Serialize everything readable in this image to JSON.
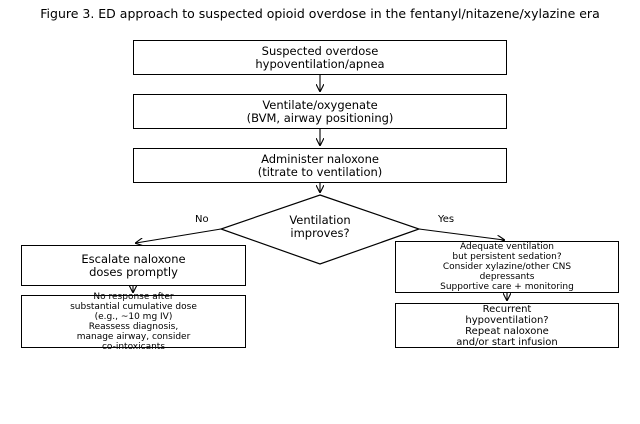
{
  "title": "Figure 3. ED approach to suspected opioid overdose in the fentanyl/nitazene/xylazine era",
  "nodes": {
    "suspected_overdose": [
      "Suspected overdose",
      "hypoventilation/apnea"
    ],
    "ventilate": [
      "Ventilate/oxygenate",
      "(BVM, airway positioning)"
    ],
    "naloxone": [
      "Administer naloxone",
      "(titrate to ventilation)"
    ],
    "decision": [
      "Ventilation",
      "improves?"
    ],
    "escalate": [
      "Escalate naloxone",
      "doses promptly"
    ],
    "no_response": [
      "No response after",
      "substantial cumulative dose",
      "(e.g., ~10 mg IV)",
      "Reassess diagnosis,",
      "manage airway, consider",
      "co-intoxicants"
    ],
    "adequate": [
      "Adequate ventilation",
      "but persistent sedation?",
      "Consider xylazine/other CNS",
      "depressants",
      "Supportive care + monitoring"
    ],
    "recurrent": [
      "Recurrent",
      "hypoventilation?",
      "Repeat naloxone",
      "and/or start infusion"
    ]
  },
  "branches": {
    "no": "No",
    "yes": "Yes"
  },
  "colors": {
    "stroke": "#000000",
    "fill": "#ffffff"
  }
}
